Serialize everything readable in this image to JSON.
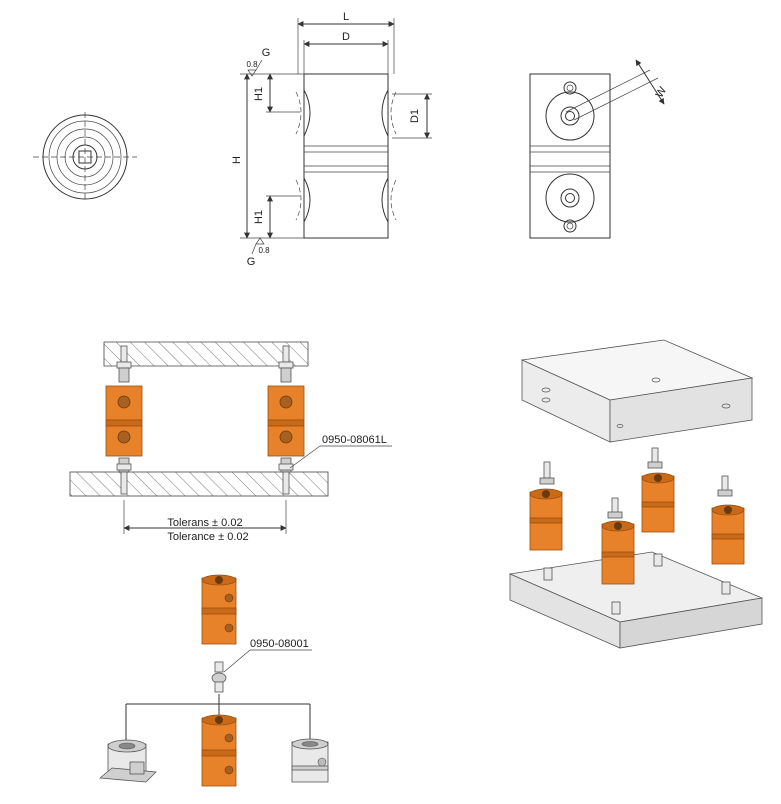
{
  "drawing": {
    "dims": {
      "L": "L",
      "D": "D",
      "G_top": "G",
      "G_bottom": "G",
      "H": "H",
      "H1_top": "H1",
      "H1_bottom": "H1",
      "D1": "D1",
      "W": "W",
      "roughness_top": "0.8",
      "roughness_bottom": "0.8"
    },
    "tolerance": {
      "sv": "Tolerans ± 0.02",
      "en": "Tolerance ± 0.02"
    },
    "parts": {
      "pin_long": "0950-08061L",
      "pin": "0950-08001"
    }
  },
  "colors": {
    "accent": "#e8822a",
    "line": "#333333"
  }
}
